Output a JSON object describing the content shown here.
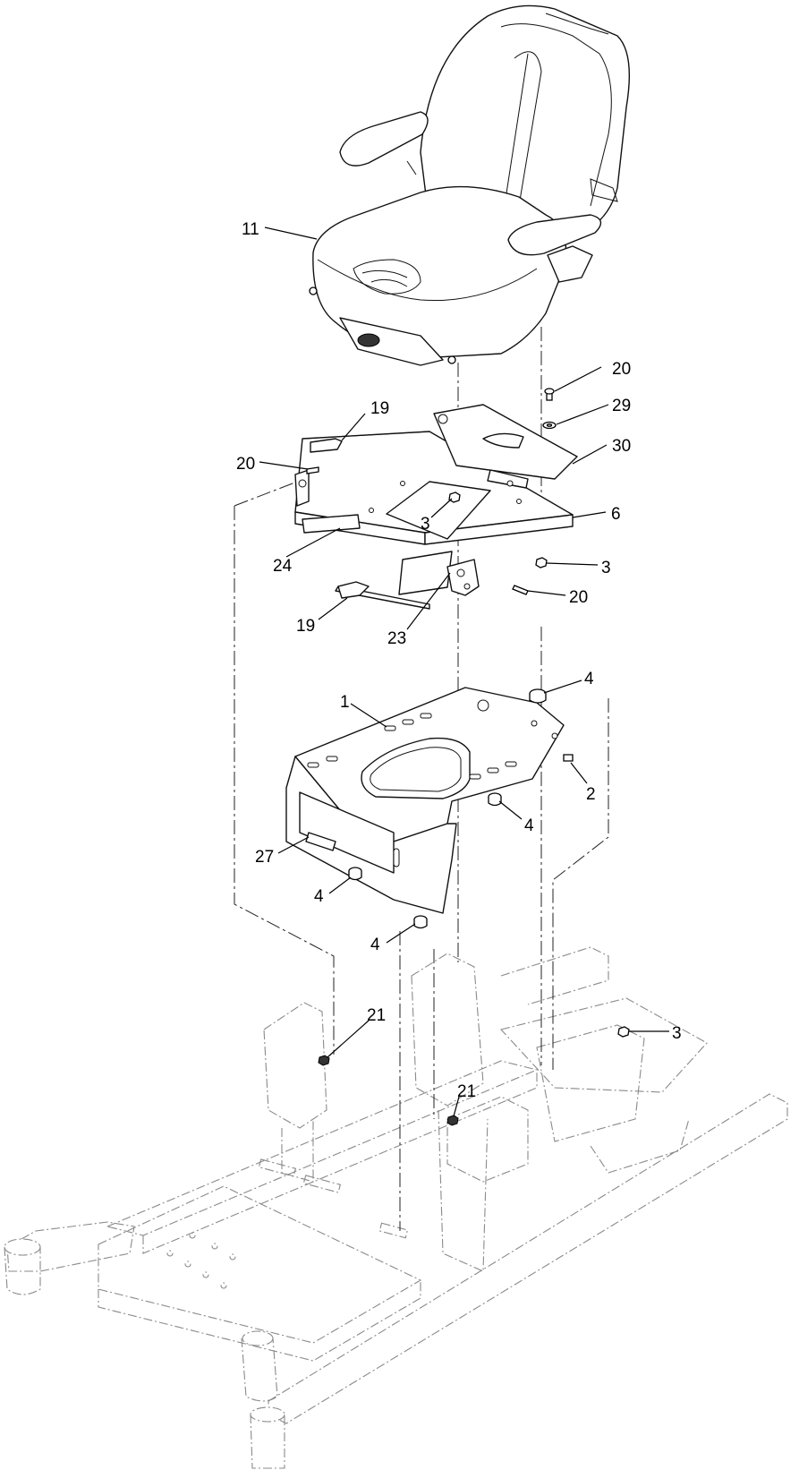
{
  "callouts": [
    {
      "id": "c11",
      "label": "11"
    },
    {
      "id": "c20a",
      "label": "20"
    },
    {
      "id": "c29",
      "label": "29"
    },
    {
      "id": "c30",
      "label": "30"
    },
    {
      "id": "c19a",
      "label": "19"
    },
    {
      "id": "c20b",
      "label": "20"
    },
    {
      "id": "c3a",
      "label": "3"
    },
    {
      "id": "c6",
      "label": "6"
    },
    {
      "id": "c24",
      "label": "24"
    },
    {
      "id": "c3b",
      "label": "3"
    },
    {
      "id": "c20c",
      "label": "20"
    },
    {
      "id": "c19b",
      "label": "19"
    },
    {
      "id": "c23",
      "label": "23"
    },
    {
      "id": "c4a",
      "label": "4"
    },
    {
      "id": "c1",
      "label": "1"
    },
    {
      "id": "c2",
      "label": "2"
    },
    {
      "id": "c4b",
      "label": "4"
    },
    {
      "id": "c27",
      "label": "27"
    },
    {
      "id": "c4c",
      "label": "4"
    },
    {
      "id": "c4d",
      "label": "4"
    },
    {
      "id": "c21a",
      "label": "21"
    },
    {
      "id": "c3c",
      "label": "3"
    },
    {
      "id": "c21b",
      "label": "21"
    }
  ]
}
